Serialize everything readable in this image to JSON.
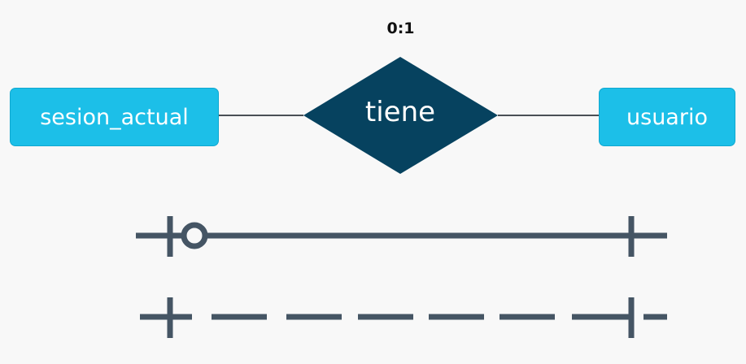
{
  "relationship": {
    "cardinality": "0:1",
    "label": "tiene"
  },
  "entities": {
    "left": "sesion_actual",
    "right": "usuario"
  },
  "colors": {
    "entity_fill": "#1cbfe8",
    "relationship_fill": "#06425f",
    "line": "#455564",
    "connector": "#4a4f55"
  }
}
